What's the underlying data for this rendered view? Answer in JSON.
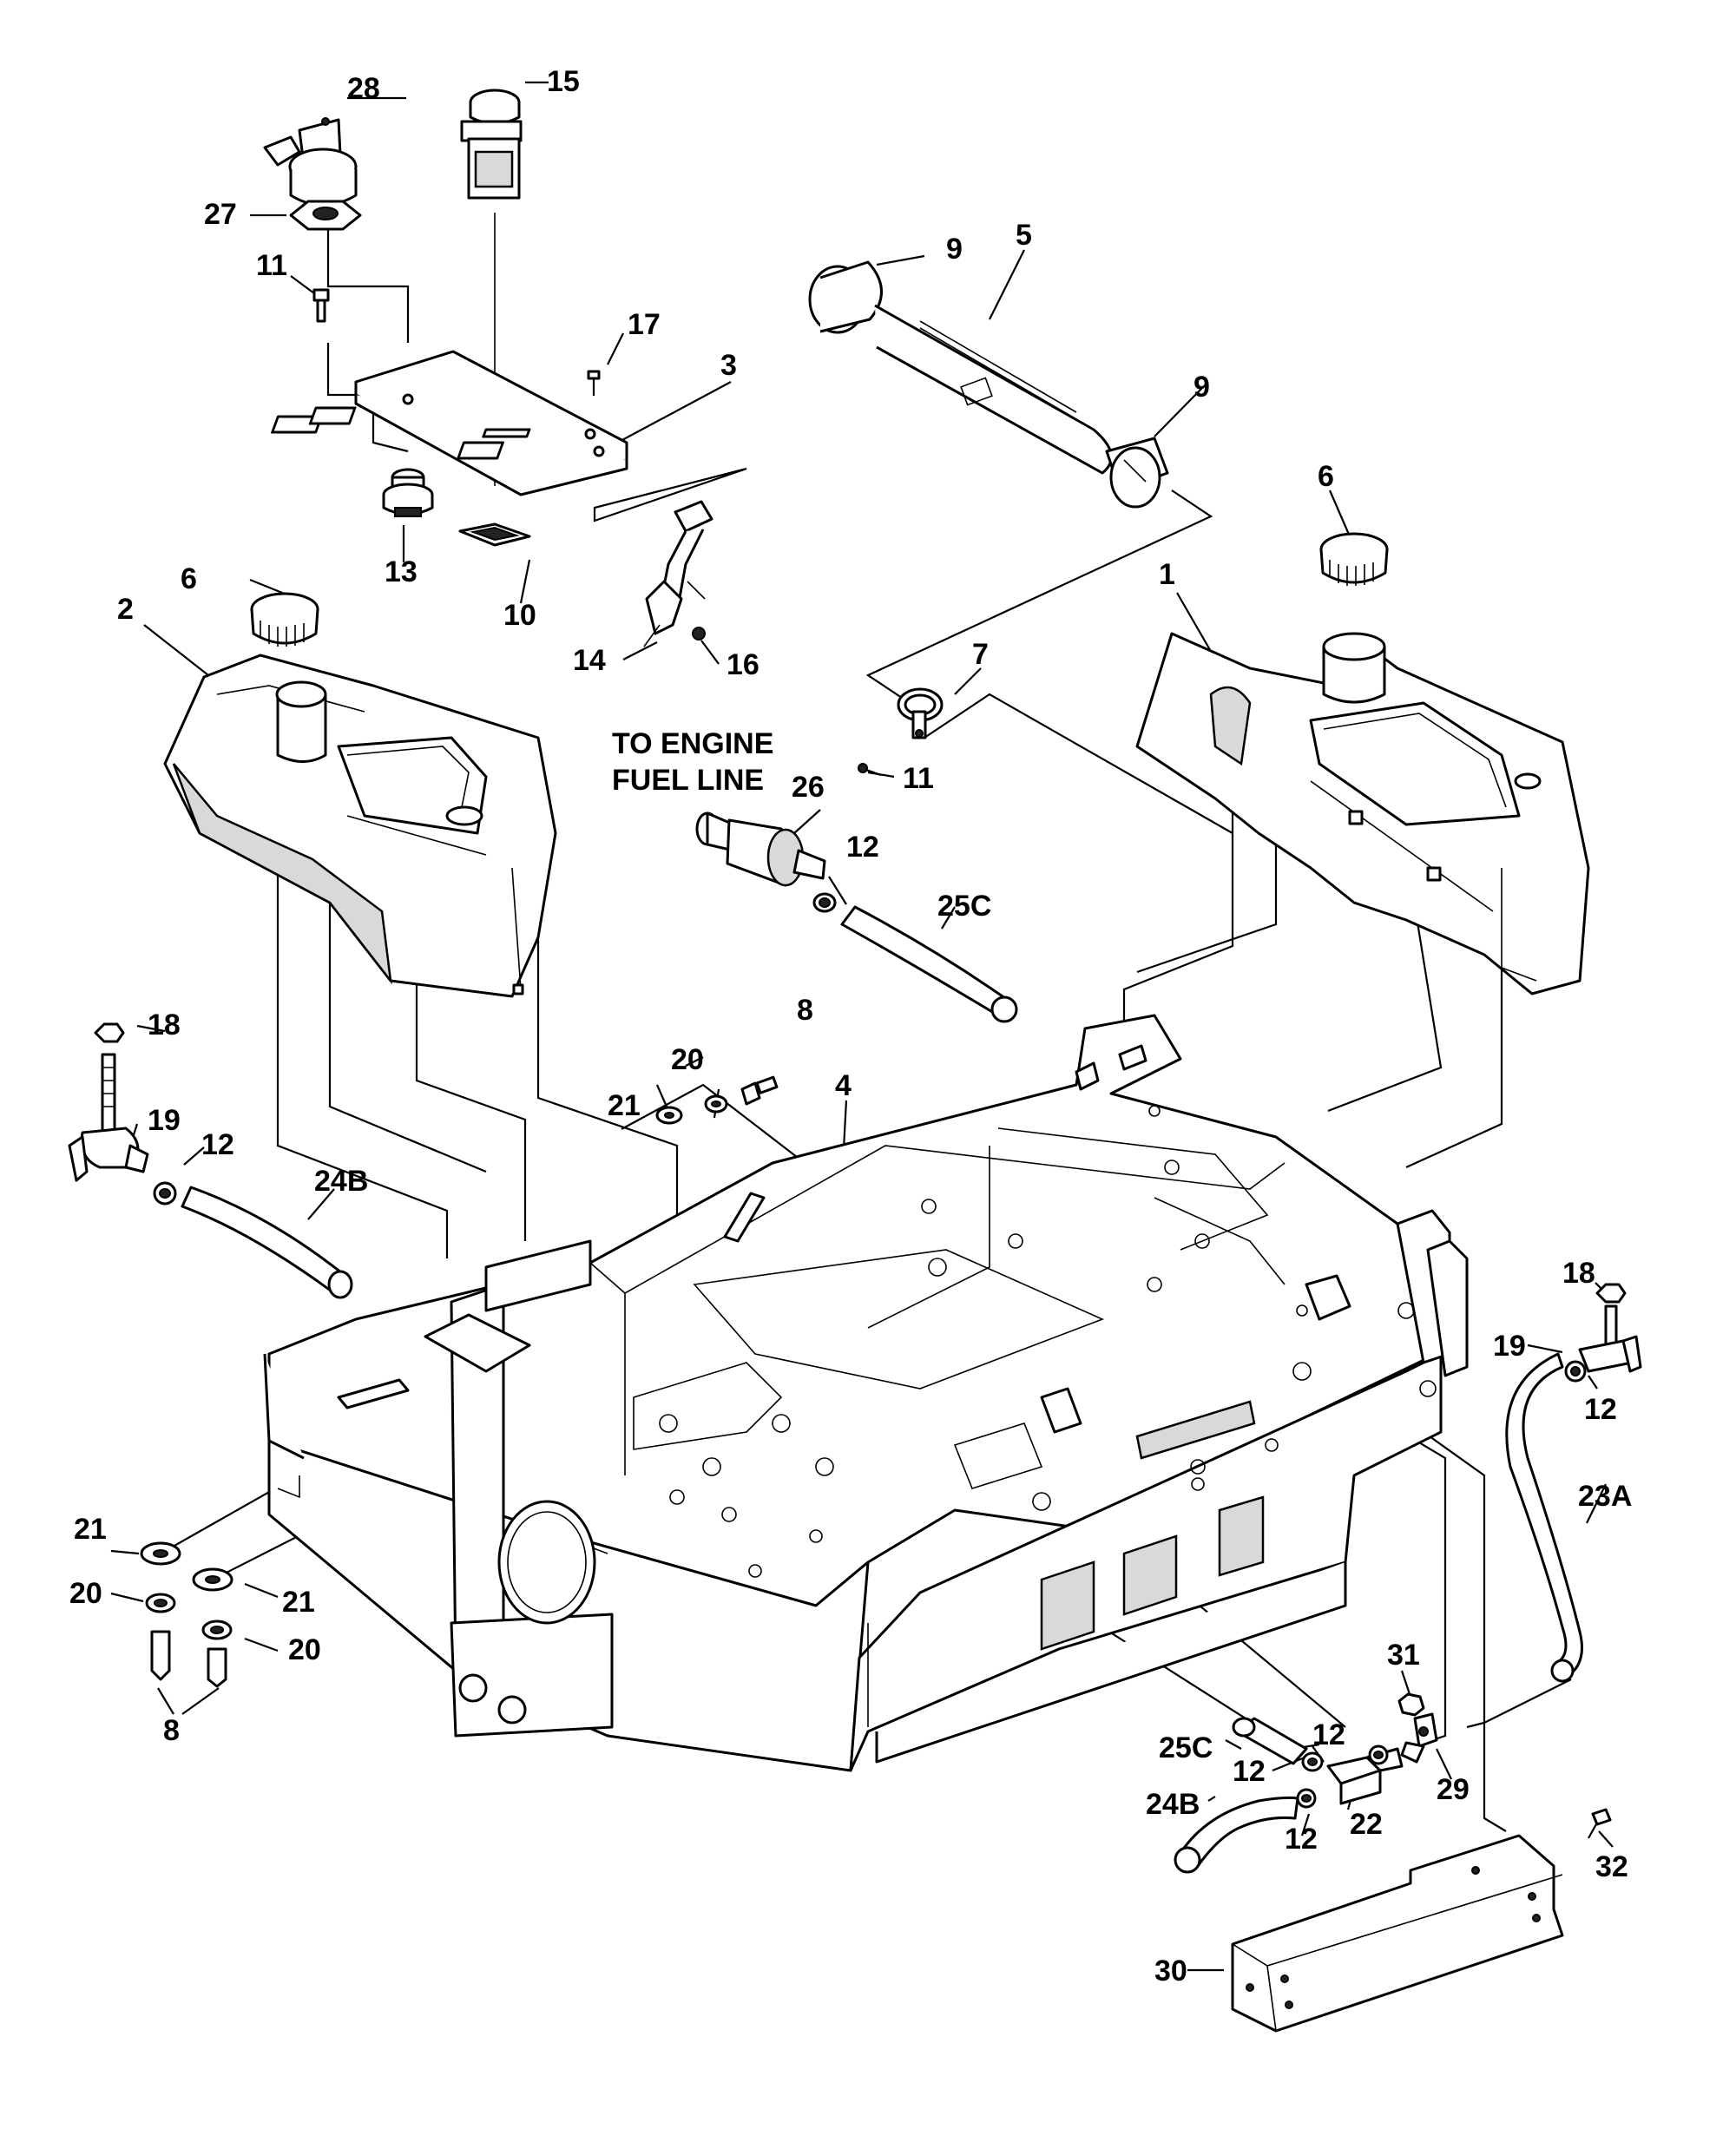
{
  "diagram": {
    "note_line1": "TO ENGINE",
    "note_line2": "FUEL LINE",
    "callouts": [
      {
        "id": "c1",
        "text": "1"
      },
      {
        "id": "c2",
        "text": "2"
      },
      {
        "id": "c3",
        "text": "3"
      },
      {
        "id": "c4",
        "text": "4"
      },
      {
        "id": "c5",
        "text": "5"
      },
      {
        "id": "c6a",
        "text": "6"
      },
      {
        "id": "c6b",
        "text": "6"
      },
      {
        "id": "c7",
        "text": "7"
      },
      {
        "id": "c8a",
        "text": "8"
      },
      {
        "id": "c8b",
        "text": "8"
      },
      {
        "id": "c9a",
        "text": "9"
      },
      {
        "id": "c9b",
        "text": "9"
      },
      {
        "id": "c10",
        "text": "10"
      },
      {
        "id": "c11a",
        "text": "11"
      },
      {
        "id": "c11b",
        "text": "11"
      },
      {
        "id": "c12a",
        "text": "12"
      },
      {
        "id": "c12b",
        "text": "12"
      },
      {
        "id": "c12c",
        "text": "12"
      },
      {
        "id": "c12d",
        "text": "12"
      },
      {
        "id": "c12e",
        "text": "12"
      },
      {
        "id": "c12f",
        "text": "12"
      },
      {
        "id": "c13",
        "text": "13"
      },
      {
        "id": "c14",
        "text": "14"
      },
      {
        "id": "c15",
        "text": "15"
      },
      {
        "id": "c16",
        "text": "16"
      },
      {
        "id": "c17",
        "text": "17"
      },
      {
        "id": "c18a",
        "text": "18"
      },
      {
        "id": "c18b",
        "text": "18"
      },
      {
        "id": "c19a",
        "text": "19"
      },
      {
        "id": "c19b",
        "text": "19"
      },
      {
        "id": "c20a",
        "text": "20"
      },
      {
        "id": "c20b",
        "text": "20"
      },
      {
        "id": "c20c",
        "text": "20"
      },
      {
        "id": "c21a",
        "text": "21"
      },
      {
        "id": "c21b",
        "text": "21"
      },
      {
        "id": "c21c",
        "text": "21"
      },
      {
        "id": "c22",
        "text": "22"
      },
      {
        "id": "c23a",
        "text": "23A"
      },
      {
        "id": "c24ba",
        "text": "24B"
      },
      {
        "id": "c24bb",
        "text": "24B"
      },
      {
        "id": "c25ca",
        "text": "25C"
      },
      {
        "id": "c25cb",
        "text": "25C"
      },
      {
        "id": "c26",
        "text": "26"
      },
      {
        "id": "c27",
        "text": "27"
      },
      {
        "id": "c28",
        "text": "28"
      },
      {
        "id": "c29",
        "text": "29"
      },
      {
        "id": "c30",
        "text": "30"
      },
      {
        "id": "c31",
        "text": "31"
      },
      {
        "id": "c32",
        "text": "32"
      }
    ]
  }
}
